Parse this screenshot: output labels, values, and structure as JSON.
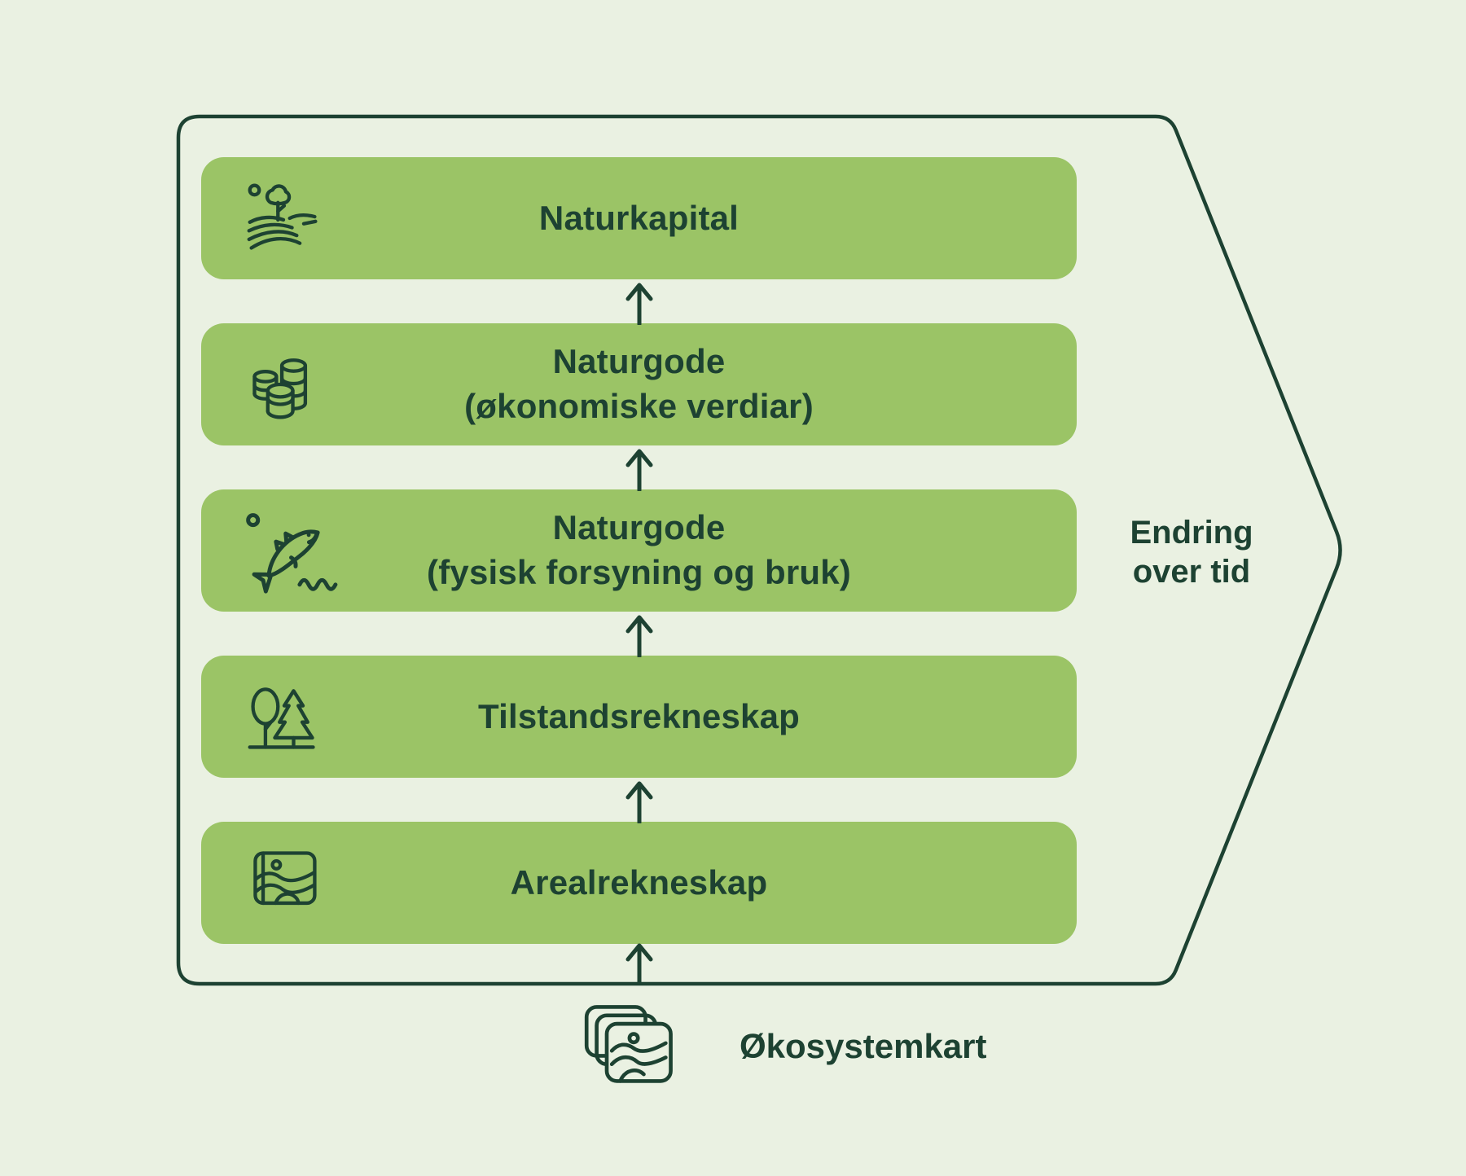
{
  "palette": {
    "background": "#eaf1e2",
    "box_fill": "#9bc466",
    "ink": "#1d4232"
  },
  "flow": {
    "boxes": [
      {
        "label": "Naturkapital",
        "sublabel": "",
        "icon": "farm-field-icon"
      },
      {
        "label": "Naturgode",
        "sublabel": "(økonomiske verdiar)",
        "icon": "coins-icon"
      },
      {
        "label": "Naturgode",
        "sublabel": "(fysisk forsyning og bruk)",
        "icon": "fish-icon"
      },
      {
        "label": "Tilstandsrekneskap",
        "sublabel": "",
        "icon": "trees-icon"
      },
      {
        "label": "Arealrekneskap",
        "sublabel": "",
        "icon": "map-icon"
      }
    ],
    "side_label": "Endring over tid",
    "bottom": {
      "label": "Økosystemkart",
      "icon": "ecosystem-map-cards-icon"
    }
  }
}
